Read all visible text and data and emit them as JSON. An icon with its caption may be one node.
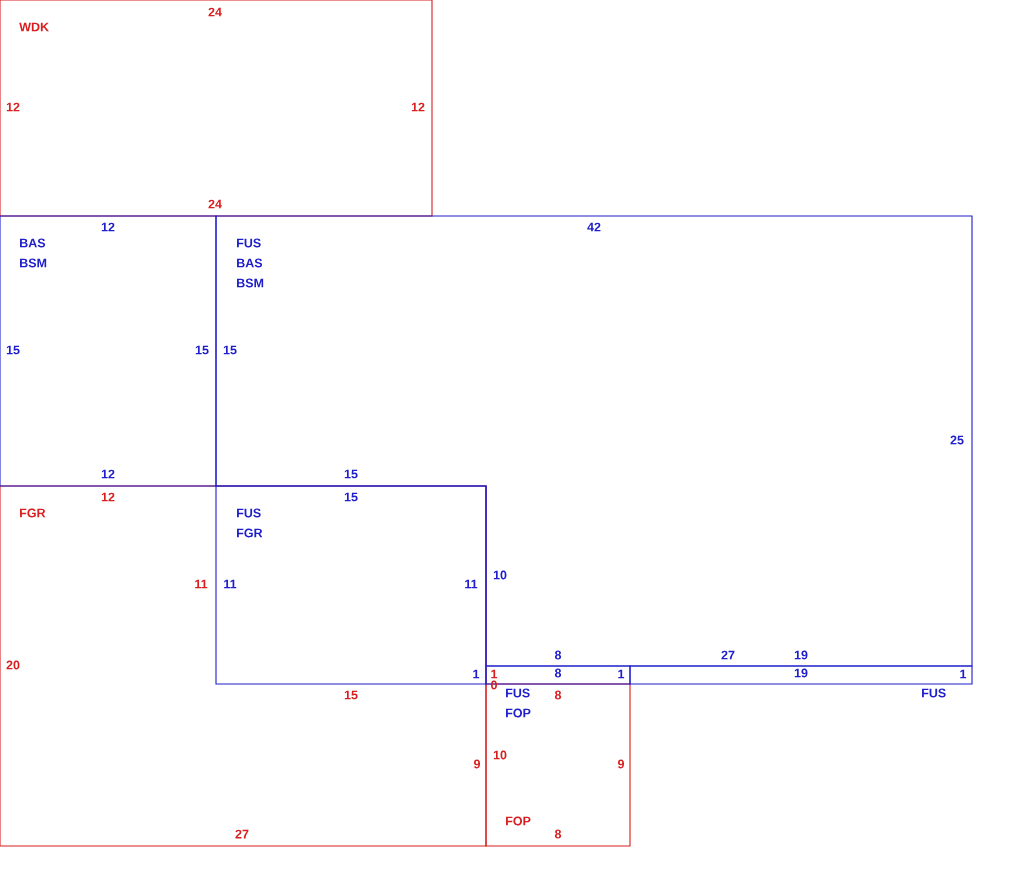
{
  "diagram": {
    "nodes": [
      {
        "text": [
          "WDK"
        ]
      },
      {
        "text": [
          "BAS",
          "BSM"
        ]
      },
      {
        "text": [
          "FUS",
          "BAS",
          "BSM"
        ]
      },
      {
        "text": [
          "FGR"
        ]
      },
      {
        "text": [
          "FUS",
          "FGR"
        ]
      },
      {
        "text": [
          "FUS",
          "FOP"
        ]
      },
      {
        "text": [
          "FUS"
        ]
      },
      {
        "text": [
          "FOP"
        ]
      }
    ],
    "labels": [
      "24",
      "12",
      "12",
      "24",
      "12",
      "42",
      "15",
      "15",
      "15",
      "25",
      "12",
      "15",
      "12",
      "15",
      "10",
      "11",
      "11",
      "11",
      "8",
      "27",
      "19",
      "20",
      "1",
      "1",
      "8",
      "1",
      "19",
      "1",
      "0",
      "15",
      "8",
      "9",
      "10",
      "9",
      "27",
      "8"
    ]
  }
}
